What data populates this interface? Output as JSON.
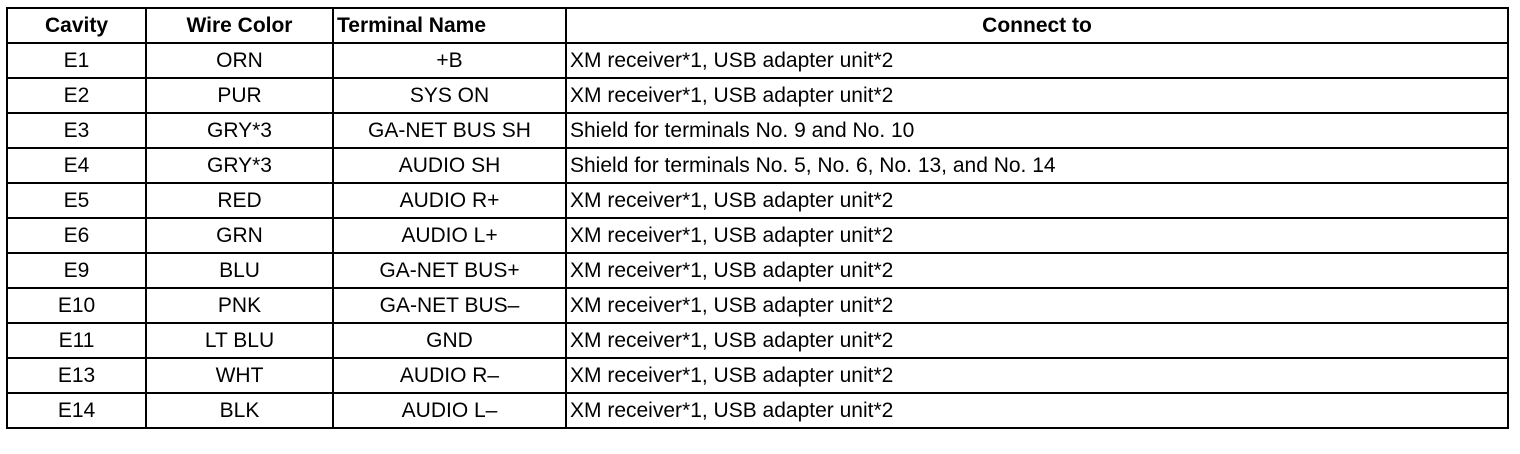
{
  "table": {
    "headers": {
      "cavity": "Cavity",
      "wire_color": "Wire Color",
      "terminal_name": "Terminal Name",
      "connect_to": "Connect to"
    },
    "rows": [
      {
        "cavity": "E1",
        "wire_color": "ORN",
        "terminal_name": "+B",
        "connect_to": "XM receiver*1, USB adapter unit*2"
      },
      {
        "cavity": "E2",
        "wire_color": "PUR",
        "terminal_name": "SYS ON",
        "connect_to": "XM receiver*1, USB adapter unit*2"
      },
      {
        "cavity": "E3",
        "wire_color": "GRY*3",
        "terminal_name": "GA-NET BUS SH",
        "connect_to": "Shield for terminals No. 9 and No. 10"
      },
      {
        "cavity": "E4",
        "wire_color": "GRY*3",
        "terminal_name": "AUDIO SH",
        "connect_to": "Shield for terminals No. 5, No. 6, No. 13, and No. 14"
      },
      {
        "cavity": "E5",
        "wire_color": "RED",
        "terminal_name": "AUDIO R+",
        "connect_to": "XM receiver*1, USB adapter unit*2"
      },
      {
        "cavity": "E6",
        "wire_color": "GRN",
        "terminal_name": "AUDIO L+",
        "connect_to": "XM receiver*1, USB adapter unit*2"
      },
      {
        "cavity": "E9",
        "wire_color": "BLU",
        "terminal_name": "GA-NET BUS+",
        "connect_to": "XM receiver*1, USB adapter unit*2"
      },
      {
        "cavity": "E10",
        "wire_color": "PNK",
        "terminal_name": "GA-NET BUS–",
        "connect_to": "XM receiver*1, USB adapter unit*2"
      },
      {
        "cavity": "E11",
        "wire_color": "LT BLU",
        "terminal_name": "GND",
        "connect_to": "XM receiver*1, USB adapter unit*2"
      },
      {
        "cavity": "E13",
        "wire_color": "WHT",
        "terminal_name": "AUDIO R–",
        "connect_to": "XM receiver*1, USB adapter unit*2"
      },
      {
        "cavity": "E14",
        "wire_color": "BLK",
        "terminal_name": "AUDIO L–",
        "connect_to": "XM receiver*1, USB adapter unit*2"
      }
    ]
  }
}
